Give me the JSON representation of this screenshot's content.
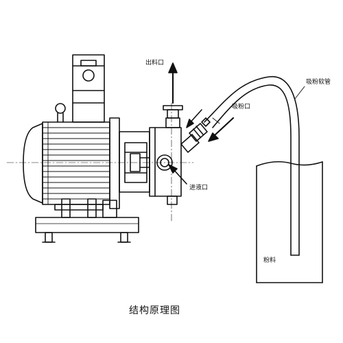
{
  "labels": {
    "outlet": "出料口",
    "powder_inlet": "吸粉口",
    "liquid_inlet": "进液口",
    "suction_hose": "吸粉软管",
    "powder": "粉料"
  },
  "caption": "结构原理图",
  "colors": {
    "line": "#111111",
    "background": "#ffffff"
  }
}
